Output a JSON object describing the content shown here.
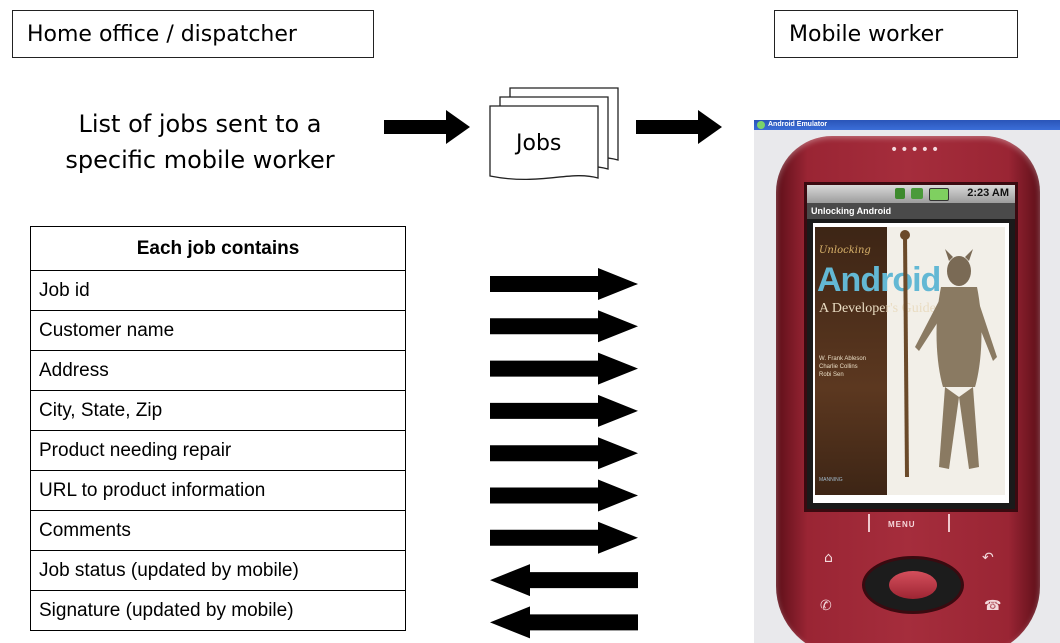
{
  "home_office_label": "Home office / dispatcher",
  "mobile_worker_label": "Mobile worker",
  "list_description": [
    "List of jobs sent to a",
    "specific mobile worker"
  ],
  "jobs_label": "Jobs",
  "table": {
    "header": "Each job contains",
    "rows": [
      "Job id",
      "Customer name",
      "Address",
      "City, State, Zip",
      "Product needing repair",
      "URL to product information",
      "Comments",
      "Job status (updated by mobile)",
      "Signature (updated by mobile)"
    ],
    "directions": [
      "right",
      "right",
      "right",
      "right",
      "right",
      "right",
      "right",
      "left",
      "left"
    ]
  },
  "phone": {
    "window_title": "Android Emulator",
    "status_time": "2:23 AM",
    "app_title": "Unlocking Android",
    "book": {
      "script_title": "Unlocking",
      "title": "Android",
      "subtitle": "A Developer's Guide",
      "authors": [
        "W. Frank Ableson",
        "Charlie Collins",
        "Robi Sen"
      ],
      "publisher": "MANNING"
    },
    "menu_label": "MENU"
  },
  "colors": {
    "phone_body": "#a52d3c",
    "arrow": "#000000"
  }
}
